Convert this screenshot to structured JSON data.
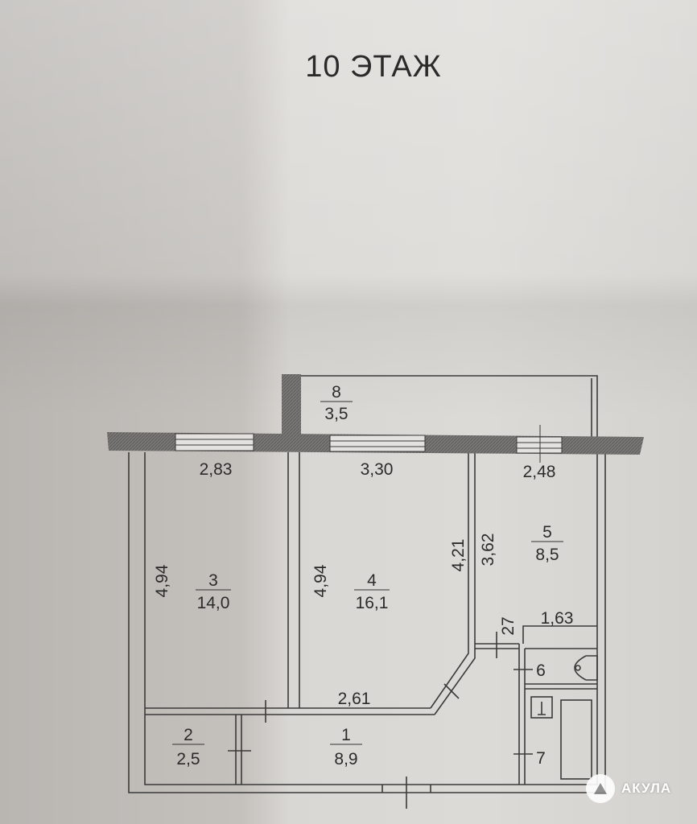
{
  "title": "10 ЭТАЖ",
  "rooms": [
    {
      "number": "1",
      "area": "8,9"
    },
    {
      "number": "2",
      "area": "2,5"
    },
    {
      "number": "3",
      "area": "14,0"
    },
    {
      "number": "4",
      "area": "16,1"
    },
    {
      "number": "5",
      "area": "8,5"
    },
    {
      "number": "6"
    },
    {
      "number": "7"
    },
    {
      "number": "8",
      "area": "3,5"
    }
  ],
  "dimensions": {
    "room3_width": "2,83",
    "room4_width": "3,30",
    "room5_width": "2,48",
    "room3_length": "4,94",
    "room4_length": "4,94",
    "room4_right": "4,21",
    "room5_length": "3,62",
    "passage": "27",
    "room5_bottom": "1,63",
    "room4_bottom": "2,61"
  },
  "watermark": "АКУЛА"
}
